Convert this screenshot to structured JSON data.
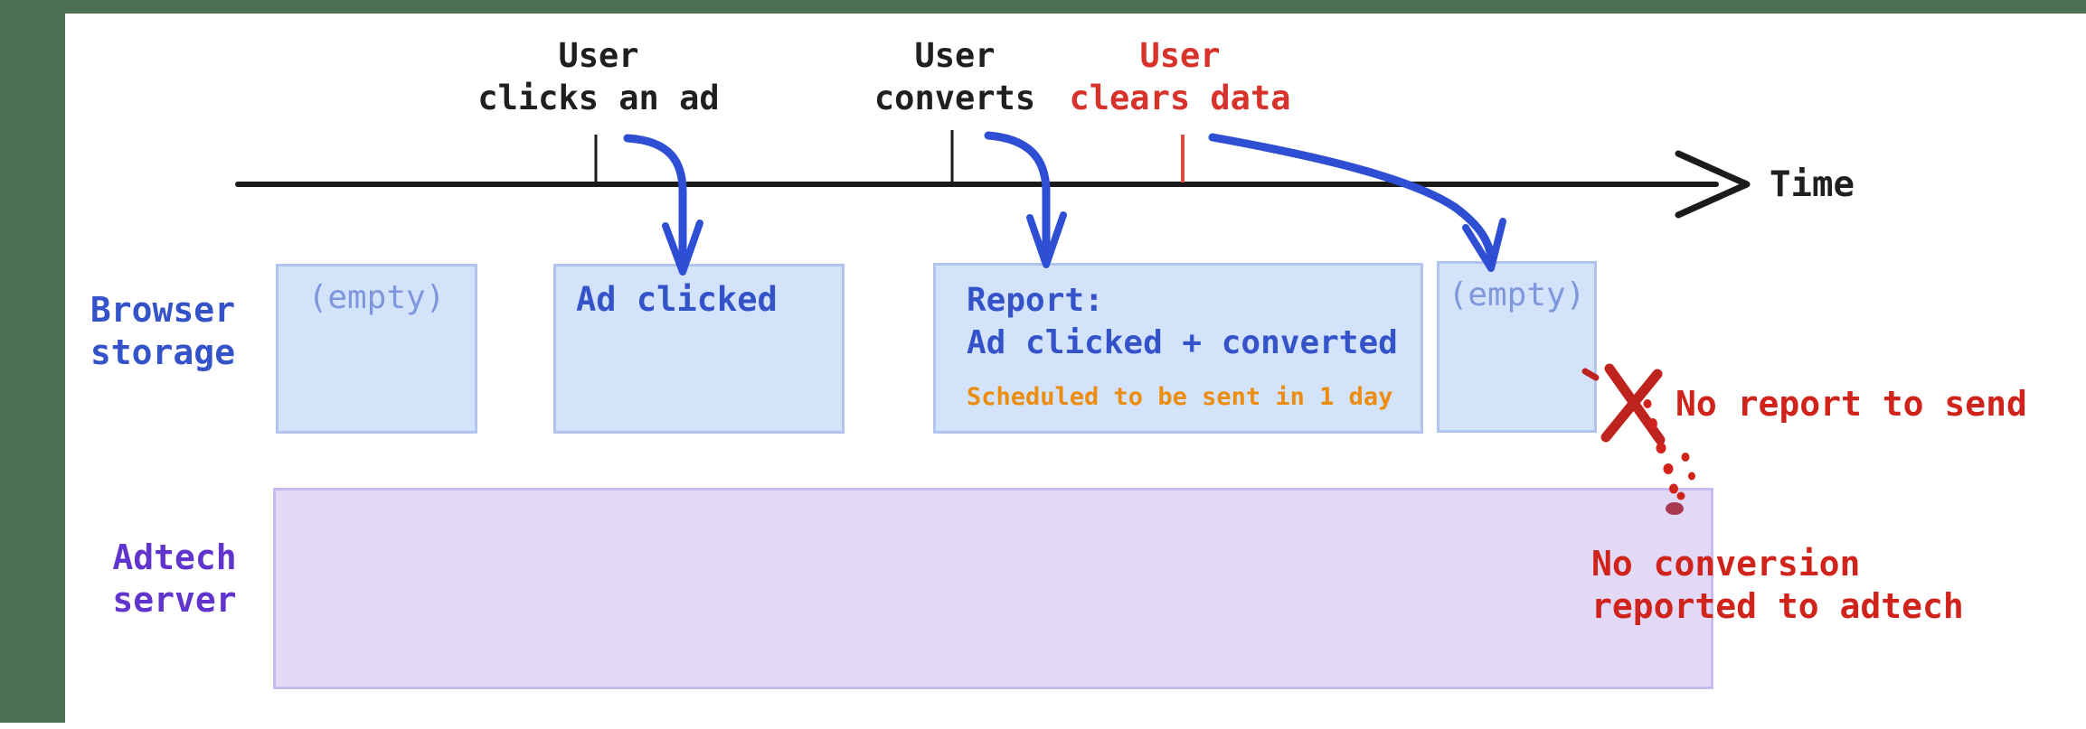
{
  "colors": {
    "frame_green": "#4b7053",
    "canvas_white": "#ffffff",
    "timeline_black": "#1b1b1b",
    "event_text_black": "#1f1f1f",
    "event_text_red": "#d8322c",
    "tick_red": "#dd4a42",
    "arrow_blue": "#2e4fd3",
    "box_blue_fill": "#d3e3fa",
    "box_blue_border": "#b0c4ee",
    "box_text_blue": "#3453c9",
    "empty_text_blue": "#7e97dd",
    "scheduled_orange": "#ed8d0f",
    "server_fill_purple": "#e1d9f6",
    "server_border_purple": "#c9bbee",
    "server_label_purple": "#6134ce",
    "annotation_red": "#d0231c",
    "x_mark_red": "#bf231e",
    "dot_blob_red": "#a83a52"
  },
  "timeline": {
    "axis_label": "Time",
    "events": [
      {
        "line1": "User",
        "line2": "clicks an ad"
      },
      {
        "line1": "User",
        "line2": "converts"
      },
      {
        "line1": "User",
        "line2": "clears data"
      }
    ]
  },
  "browser_storage": {
    "label_line1": "Browser",
    "label_line2": "storage",
    "box_empty_1": "(empty)",
    "box_ad_clicked": "Ad clicked",
    "report_box": {
      "title": "Report:",
      "detail": "Ad clicked + converted",
      "note": "Scheduled to be sent in 1 day"
    },
    "box_empty_2": "(empty)"
  },
  "adtech_server": {
    "label_line1": "Adtech",
    "label_line2": "server"
  },
  "annotations": {
    "no_report": "No report to send",
    "no_conversion_line1": "No conversion",
    "no_conversion_line2": "reported to adtech"
  }
}
